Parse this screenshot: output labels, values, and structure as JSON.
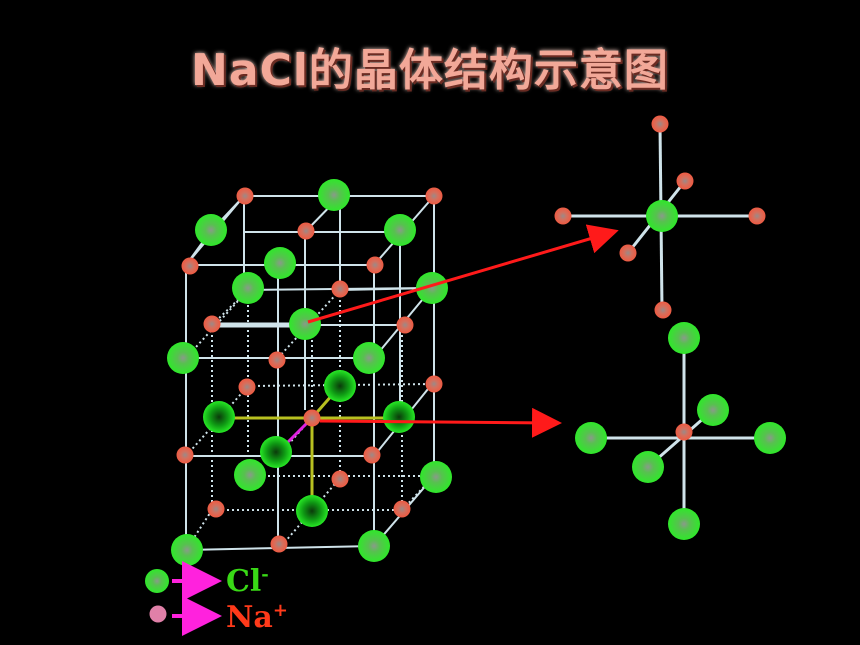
{
  "slide": {
    "title": "NaCl的晶体结构示意图"
  },
  "legend": {
    "cl_label": "Cl",
    "cl_sup": "-",
    "na_label": "Na",
    "na_sup": "+"
  },
  "colors": {
    "background": "#000000",
    "chloride": "#35e02e",
    "sodium": "#e8604d",
    "bond": "#cfe3ea",
    "arrow": "#ff1a1a",
    "legend_arrow": "#ff22dd",
    "cl_text": "#39d916",
    "na_text": "#ff3a1a"
  },
  "icons": {
    "chloride": "green-sphere",
    "sodium": "red-sphere",
    "legend_arrow": "magenta-arrow"
  }
}
